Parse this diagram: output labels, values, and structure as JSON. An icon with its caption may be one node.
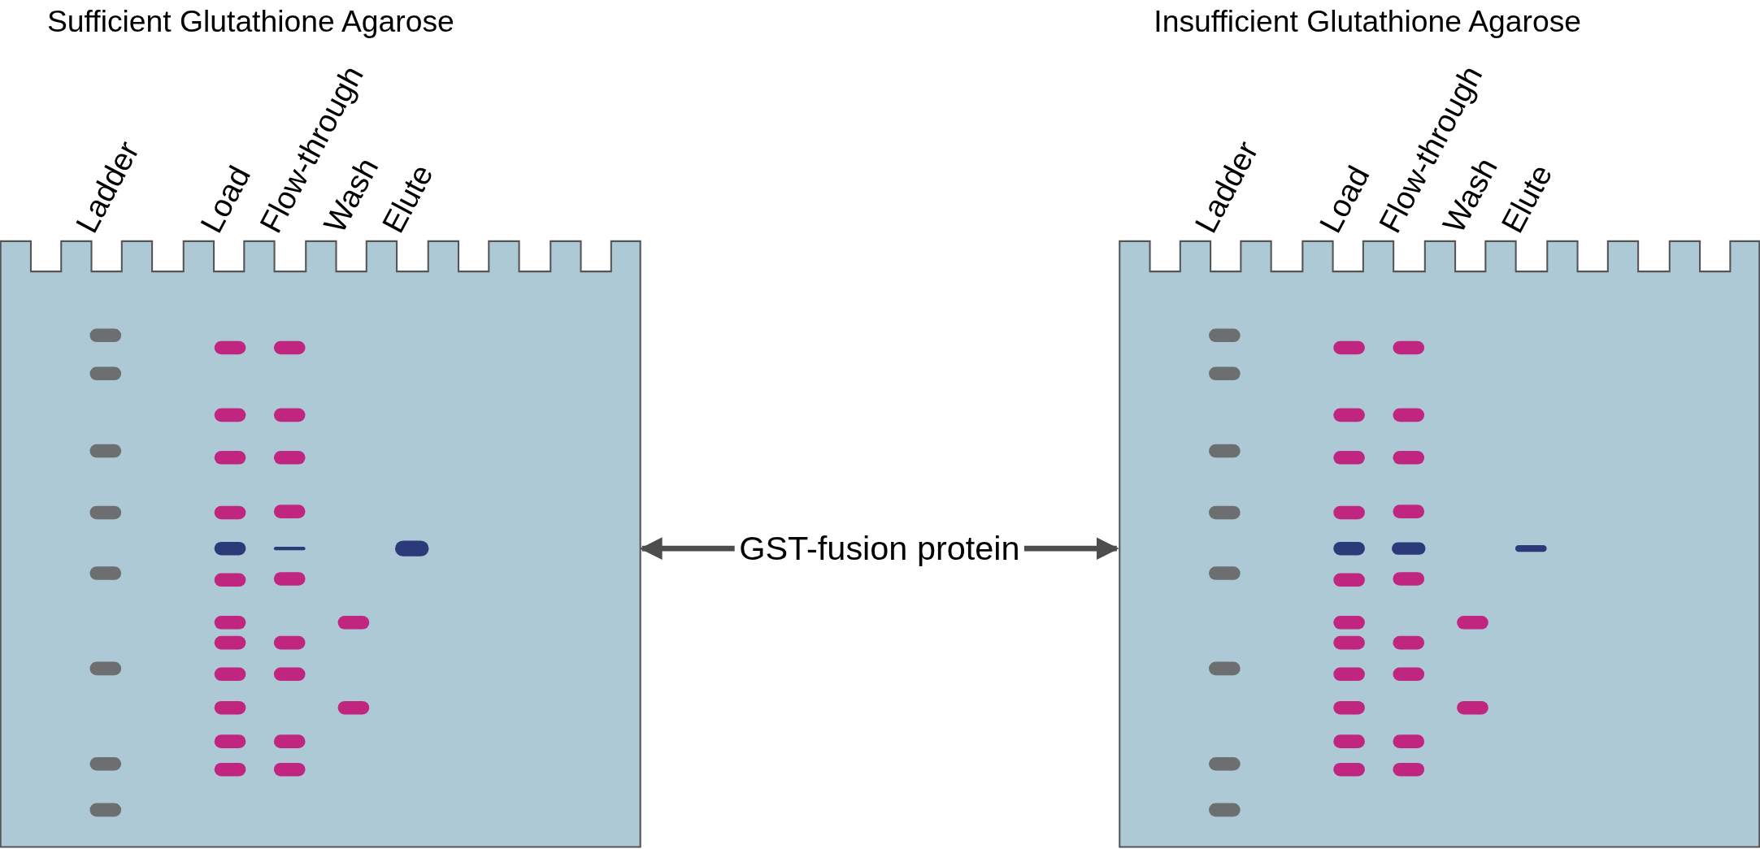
{
  "diagram": {
    "nodes": [
      {
        "text": [],
        "shape": "box",
        "beside": [
          "Sufficient Glutathione Agarose",
          "Ladder",
          "Load",
          "Flow-through",
          "Wash",
          "Elute"
        ]
      },
      {
        "text": [],
        "shape": "box",
        "beside": [
          "Insufficient Glutathione Agarose",
          "Ladder",
          "Load",
          "Flow-through",
          "Wash",
          "Elute"
        ]
      },
      {
        "text": [
          "GST-fusion protein"
        ]
      }
    ],
    "edges": [
      {
        "from": 2,
        "to": 0,
        "arrow": "to"
      },
      {
        "from": 2,
        "to": 1,
        "arrow": "to"
      }
    ]
  }
}
